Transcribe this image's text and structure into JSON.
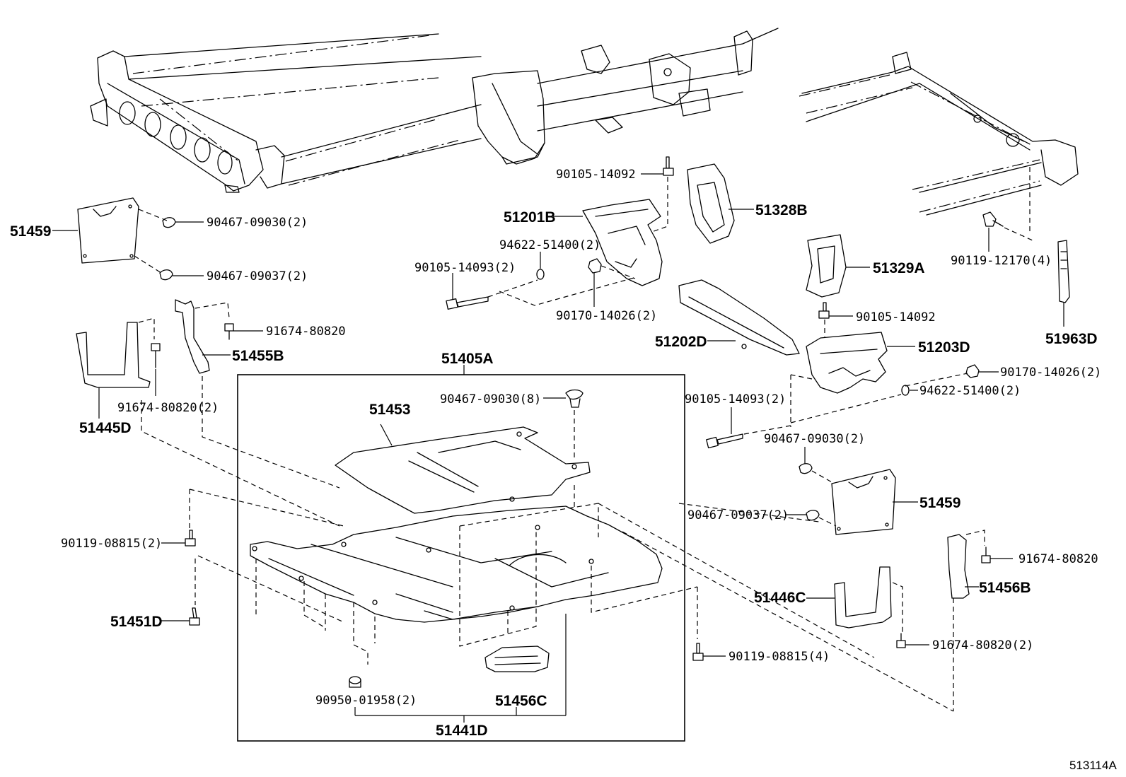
{
  "diagram": {
    "reference_code": "513114A",
    "part_labels": {
      "p51459_left": "51459",
      "p90467_09030_2_left": "90467-09030(2)",
      "p90467_09037_2_left": "90467-09037(2)",
      "p91674_80820_top_left": "91674-80820",
      "p51455B": "51455B",
      "p91674_80820_2_left": "91674-80820(2)",
      "p51445D": "51445D",
      "p51405A": "51405A",
      "p90467_09030_8": "90467-09030(8)",
      "p51453": "51453",
      "p90119_08815_2": "90119-08815(2)",
      "p51451D": "51451D",
      "p90950_01958_2": "90950-01958(2)",
      "p51456C": "51456C",
      "p51441D": "51441D",
      "p90105_14092_top": "90105-14092",
      "p51201B": "51201B",
      "p94622_51400_2_left": "94622-51400(2)",
      "p90105_14093_2_left": "90105-14093(2)",
      "p90170_14026_2_left": "90170-14026(2)",
      "p51328B": "51328B",
      "p51202D": "51202D",
      "p51329A": "51329A",
      "p90105_14092_right": "90105-14092",
      "p51203D": "51203D",
      "p90170_14026_2_right": "90170-14026(2)",
      "p94622_51400_2_right": "94622-51400(2)",
      "p90105_14093_2_right": "90105-14093(2)",
      "p90467_09030_2_right": "90467-09030(2)",
      "p51459_right": "51459",
      "p90467_09037_2_right": "90467-09037(2)",
      "p90119_12170_4": "90119-12170(4)",
      "p51963D": "51963D",
      "p91674_80820_right": "91674-80820",
      "p51446C": "51446C",
      "p51456B": "51456B",
      "p91674_80820_2_right": "91674-80820(2)",
      "p90119_08815_4": "90119-08815(4)"
    }
  }
}
